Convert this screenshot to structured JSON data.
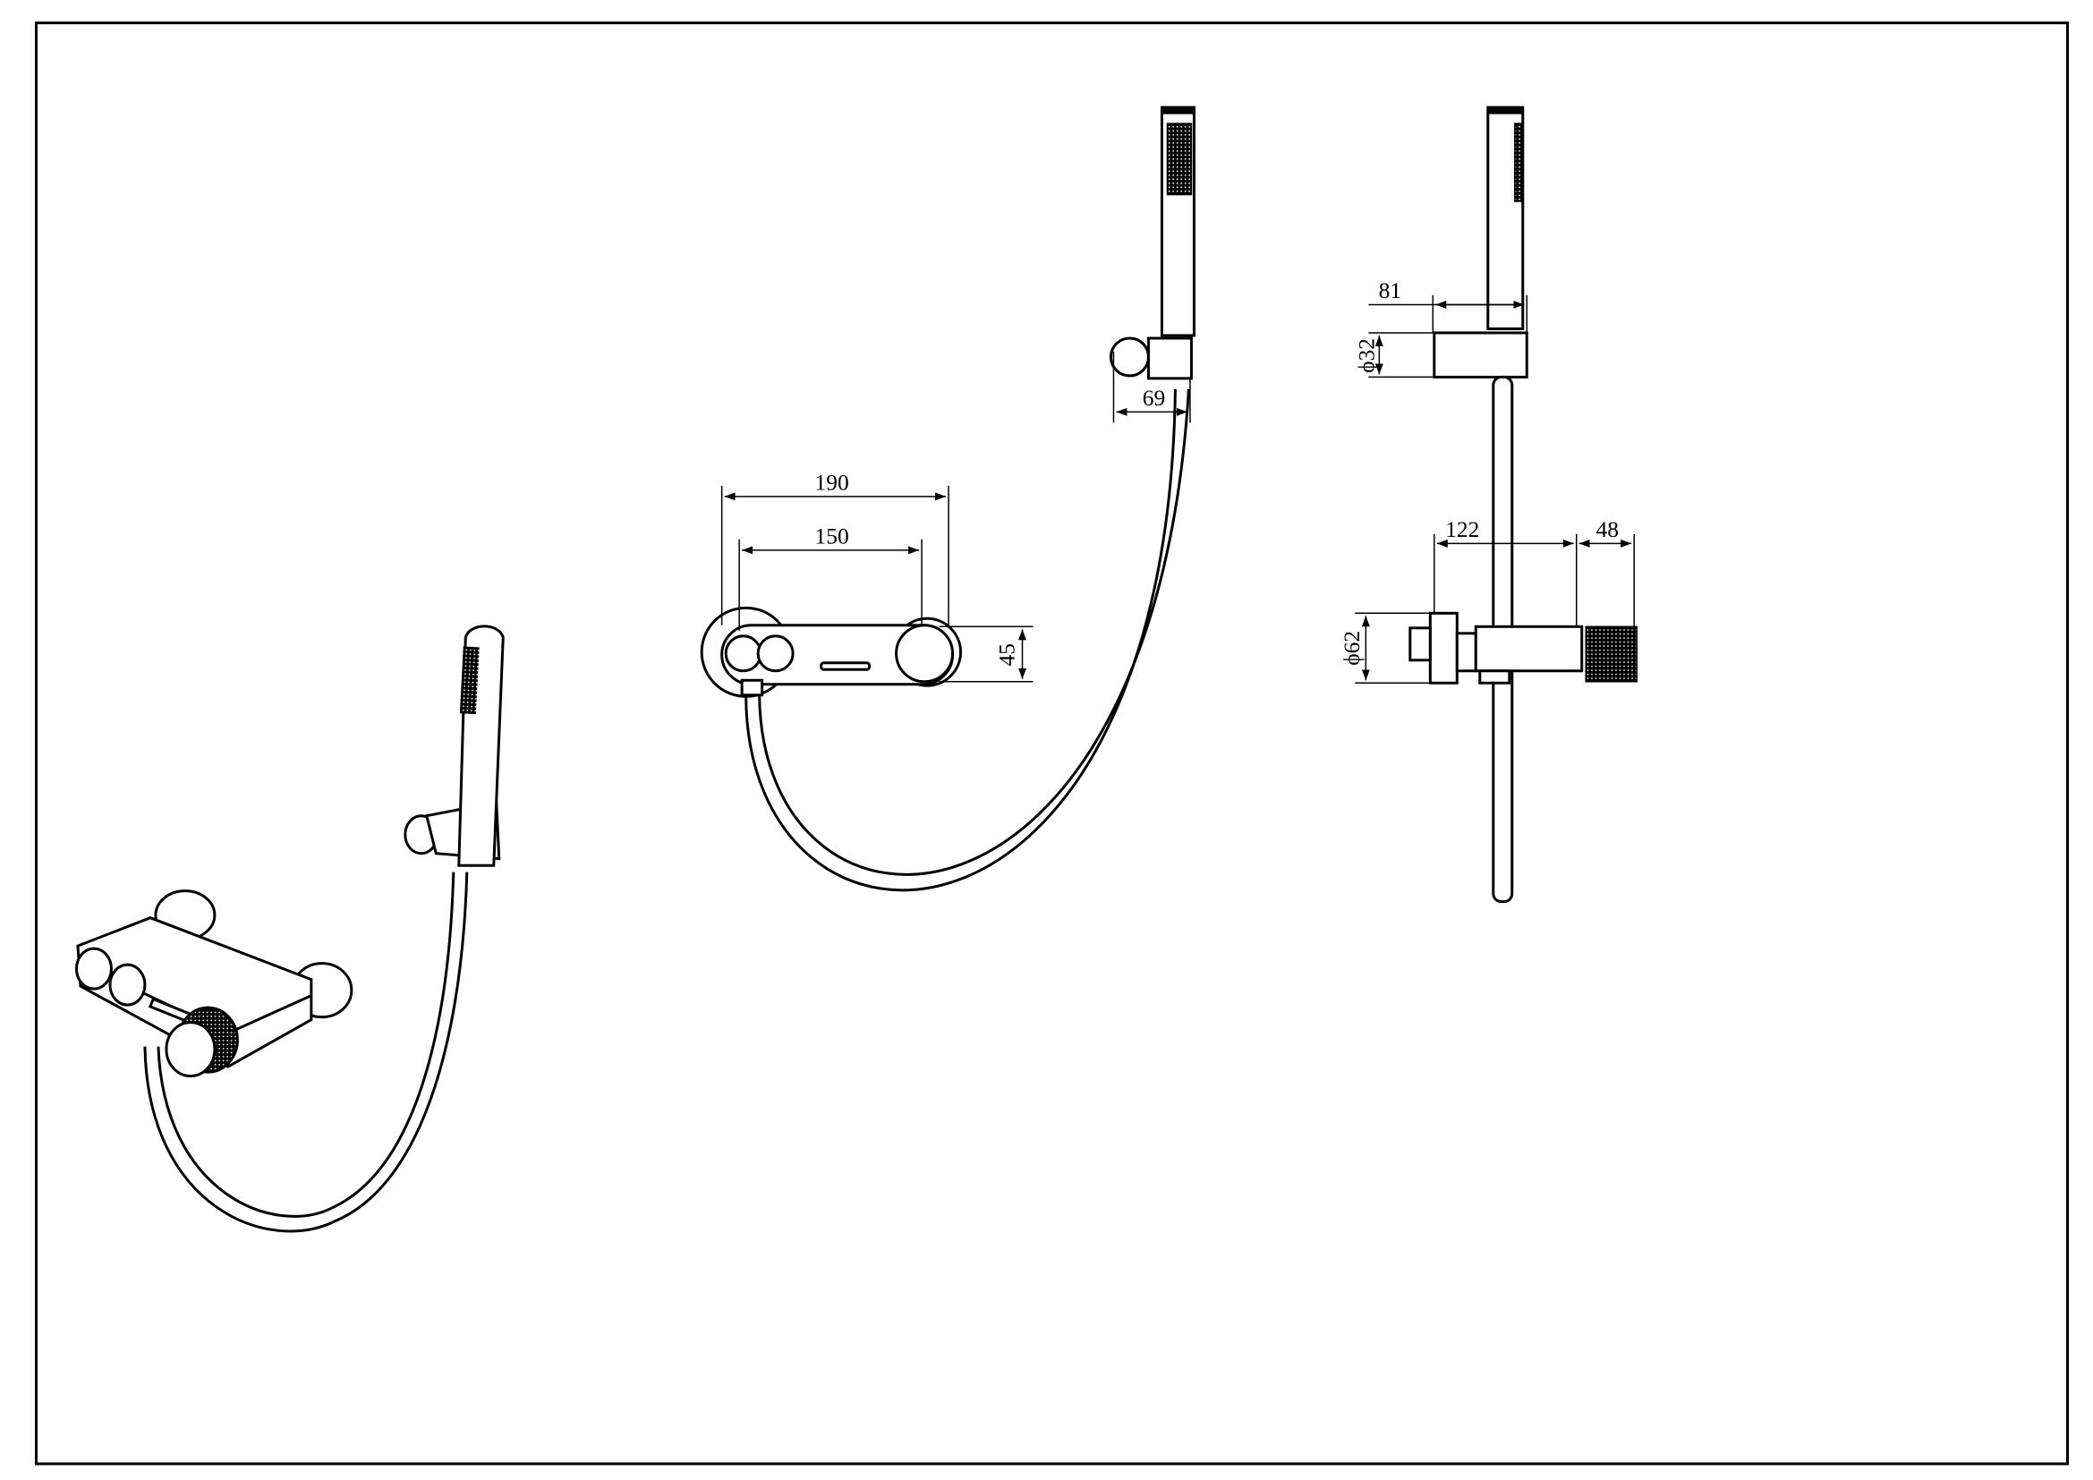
{
  "drawing": {
    "front_view": {
      "dim_overall_width": "190",
      "dim_centers": "150",
      "dim_height": "45",
      "dim_holder_depth": "69"
    },
    "side_view": {
      "dim_handshower_offset": "81",
      "dim_holder_diameter": "ϕ32",
      "dim_body_depth": "122",
      "dim_knob_depth": "48",
      "dim_flange_diameter": "ϕ62"
    }
  }
}
